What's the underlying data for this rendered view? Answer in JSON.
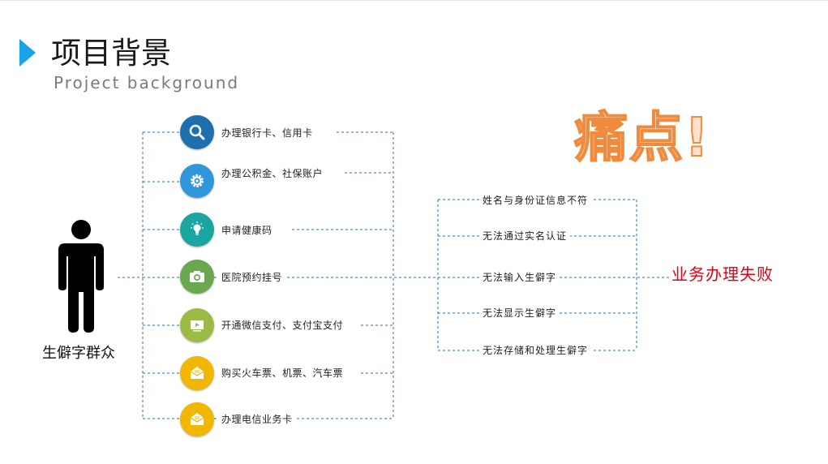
{
  "header": {
    "title": "项目背景",
    "subtitle": "Project background"
  },
  "subject": {
    "label": "生僻字群众",
    "icon": "person-silhouette-icon"
  },
  "scenarios": [
    {
      "label": "办理银行卡、信用卡",
      "icon": "search-icon",
      "color": "#1d6fae"
    },
    {
      "label": "办理公积金、社保账户",
      "icon": "gear-icon",
      "color": "#2f97d9"
    },
    {
      "label": "申请健康码",
      "icon": "lightbulb-icon",
      "color": "#1aa5a0"
    },
    {
      "label": "医院预约挂号",
      "icon": "camera-icon",
      "color": "#69a84f"
    },
    {
      "label": "开通微信支付、支付宝支付",
      "icon": "video-play-icon",
      "color": "#9bbb45"
    },
    {
      "label": "购买火车票、机票、汽车票",
      "icon": "envelope-icon",
      "color": "#f2b705"
    },
    {
      "label": "办理电信业务卡",
      "icon": "envelope-icon",
      "color": "#f2b705"
    }
  ],
  "pain_heading": "痛点!",
  "pain_points": [
    "姓名与身份证信息不符",
    "无法通过实名认证",
    "无法输入生僻字",
    "无法显示生僻字",
    "无法存储和处理生僻字"
  ],
  "result": "业务办理失败",
  "colors": {
    "accent": "#1aa3e8",
    "dashed_line": "#2e6da4",
    "pain_fill": "#fde2cf",
    "pain_stroke": "#f08a3c",
    "result": "#e60012"
  }
}
